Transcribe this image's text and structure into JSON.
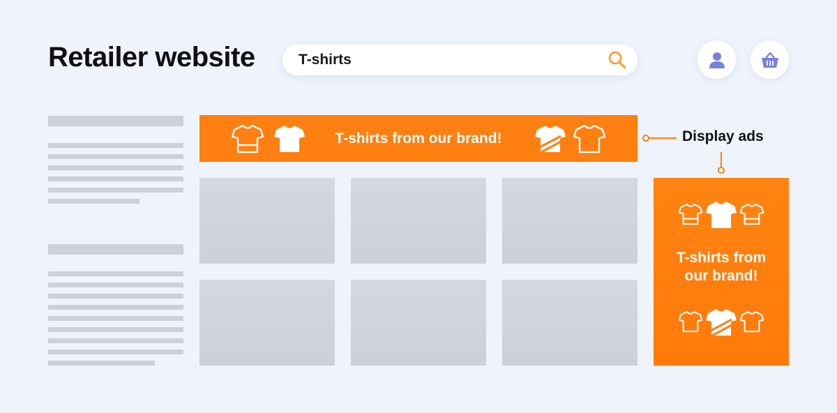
{
  "page": {
    "title": "Retailer website"
  },
  "search": {
    "value": "T-shirts",
    "icon": "search-icon"
  },
  "header": {
    "account_icon": "user-icon",
    "cart_icon": "basket-icon"
  },
  "banner_ad": {
    "text": "T-shirts from our brand!"
  },
  "side_ad": {
    "line1": "T-shirts from",
    "line2": "our brand!"
  },
  "callout": {
    "label": "Display ads"
  },
  "colors": {
    "accent": "#ff7f10",
    "icon": "#7a80e0",
    "search_icon": "#f59a2a",
    "background": "#eff3fc",
    "placeholder": "#ccd0da"
  }
}
